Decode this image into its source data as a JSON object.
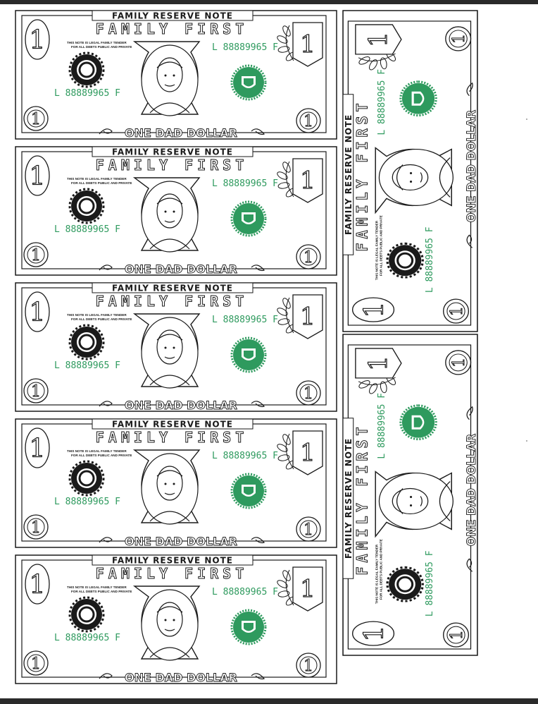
{
  "bill": {
    "banner": "FAMILY RESERVE NOTE",
    "title": "FAMILY FIRST",
    "legal_line1": "THIS NOTE IS LEGAL FAMILY TENDER",
    "legal_line2": "FOR ALL DEBTS PUBLIC AND PRIVATE",
    "serial": "L 88889965 F",
    "denomination": "ONE DAD DOLLAR",
    "numeral": "1"
  },
  "colors": {
    "ink": "#1a1a1a",
    "green": "#2e9a5e"
  }
}
